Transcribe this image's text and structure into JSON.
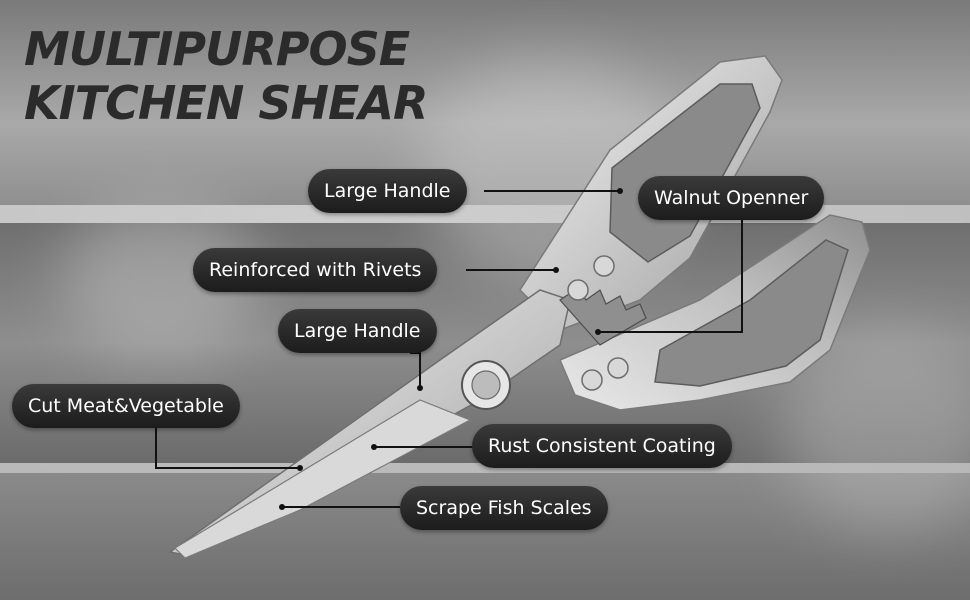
{
  "title": {
    "line1": "MULTIPURPOSE",
    "line2": "KITCHEN SHEAR"
  },
  "labels": {
    "large_handle_top": "Large Handle",
    "walnut_opener": "Walnut Openner",
    "reinforced_rivets": "Reinforced with Rivets",
    "large_handle_mid": "Large Handle",
    "cut_meat": "Cut Meat&Vegetable",
    "rust_coating": "Rust Consistent Coating",
    "scrape_fish": "Scrape Fish Scales"
  },
  "colors": {
    "label_bg": "#262626",
    "label_text": "#ffffff",
    "title": "#2b2b2b",
    "leader": "#111111"
  }
}
